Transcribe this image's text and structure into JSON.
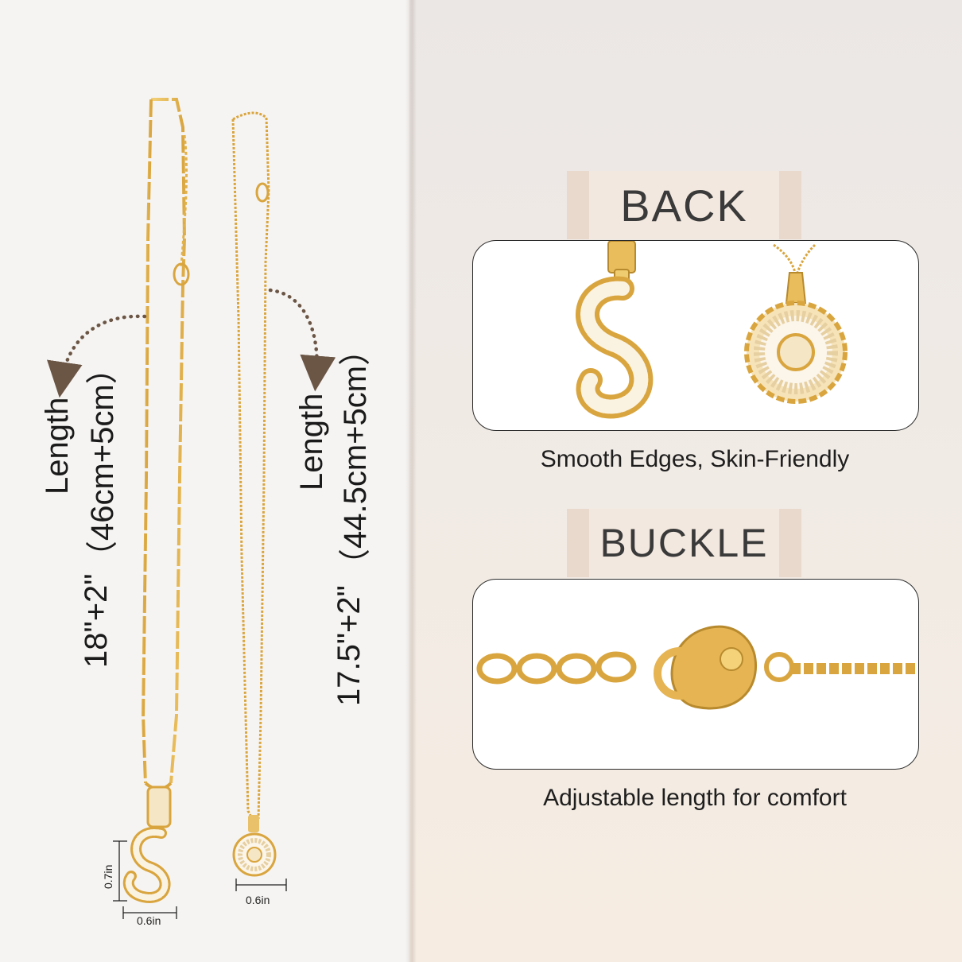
{
  "left": {
    "necklace1": {
      "length_label": "Length",
      "length_metric": "（46cm+5cm）",
      "length_imperial": "18\"+2\"",
      "pendant_height": "0.7in",
      "pendant_width": "0.6in"
    },
    "necklace2": {
      "length_label": "Length",
      "length_metric": "（44.5cm+5cm）",
      "length_imperial": "17.5\"+2\"",
      "pendant_width": "0.6in"
    }
  },
  "right": {
    "back": {
      "title": "BACK",
      "caption": "Smooth Edges, Skin-Friendly"
    },
    "buckle": {
      "title": "BUCKLE",
      "caption": "Adjustable length for comfort"
    }
  },
  "colors": {
    "gold": "#e0b24e",
    "gold_dark": "#b88a2e",
    "arrow": "#6b5646",
    "tag_outer": "#e9d9cc",
    "tag_inner": "#f3e8df"
  }
}
